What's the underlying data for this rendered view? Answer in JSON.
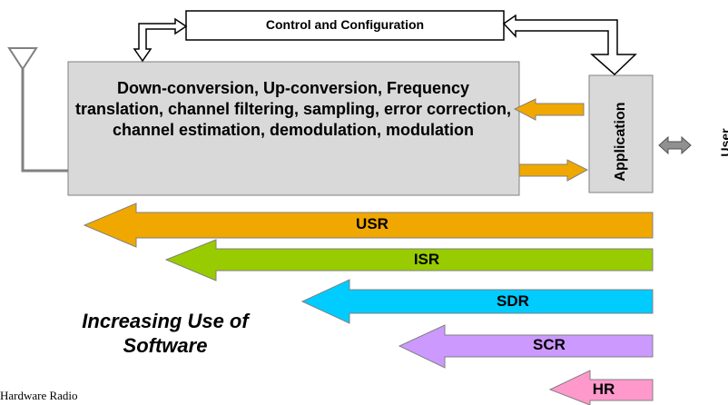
{
  "control_label": "Control and Configuration",
  "main_block_text": "Down-conversion, Up-conversion, Frequency translation, channel filtering, sampling, error correction, channel estimation, demodulation, modulation",
  "application_label": "Application",
  "user_label": "User",
  "bands": [
    {
      "label": "USR",
      "color": "#F0A800"
    },
    {
      "label": "ISR",
      "color": "#99CC00"
    },
    {
      "label": "SDR",
      "color": "#00CCFF"
    },
    {
      "label": "SCR",
      "color": "#CC99FF"
    },
    {
      "label": "HR",
      "color": "#FF99CC"
    }
  ],
  "increasing_label": "Increasing Use of Software",
  "footnote": "Hardware Radio"
}
